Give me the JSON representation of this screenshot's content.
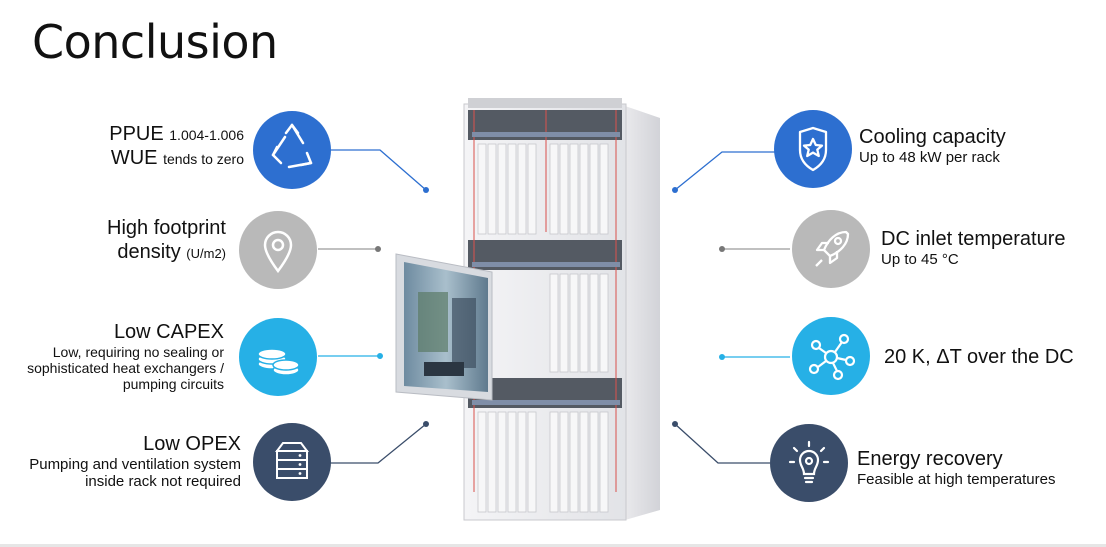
{
  "slide": {
    "title": "Conclusion",
    "left_items": [
      {
        "line1_main": "PPUE",
        "line1_small": "1.004-1.006",
        "line2_main": "WUE",
        "line2_small": "tends to zero",
        "icon": "recycle-icon",
        "color": "#2d6fd0"
      },
      {
        "title_line1": "High footprint",
        "title_line2_main": "density",
        "title_line2_small": "(U/m2)",
        "icon": "map-pin-icon",
        "color": "#b9b9b9"
      },
      {
        "title": "Low CAPEX",
        "desc_lines": [
          "Low, requiring no sealing or",
          "sophisticated heat exchangers /",
          "pumping circuits"
        ],
        "icon": "coins-icon",
        "color": "#26b0e6"
      },
      {
        "title": "Low OPEX",
        "desc_lines": [
          "Pumping and ventilation system",
          "inside rack not required"
        ],
        "icon": "server-icon",
        "color": "#3a4d6a"
      }
    ],
    "right_items": [
      {
        "title": "Cooling capacity",
        "desc": "Up to 48 kW per rack",
        "icon": "shield-star-icon",
        "color": "#2d6fd0"
      },
      {
        "title": "DC inlet temperature",
        "desc": "Up to 45 °C",
        "icon": "rocket-icon",
        "color": "#b9b9b9"
      },
      {
        "title": "20 K, ΔT over the DC",
        "icon": "network-icon",
        "color": "#26b0e6"
      },
      {
        "title": "Energy recovery",
        "desc": "Feasible at high temperatures",
        "icon": "lightbulb-gear-icon",
        "color": "#3a4d6a"
      }
    ],
    "image": "server-rack-image"
  }
}
